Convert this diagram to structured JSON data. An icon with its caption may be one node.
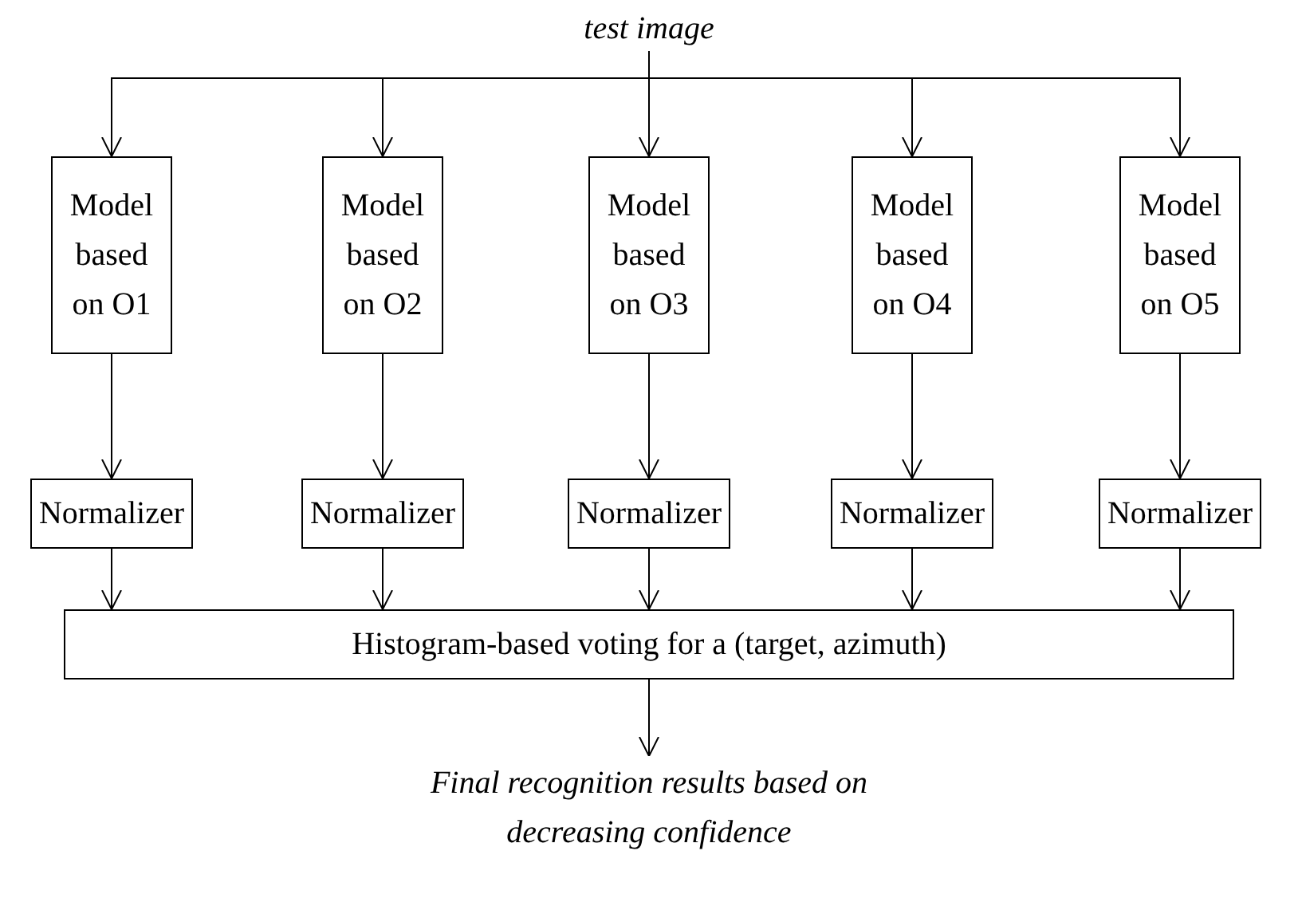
{
  "diagram": {
    "nodes": [
      {
        "text": [
          "test image"
        ]
      },
      {
        "text": [
          "Model based on O1"
        ]
      },
      {
        "text": [
          "Model based on O2"
        ]
      },
      {
        "text": [
          "Model based on O3"
        ]
      },
      {
        "text": [
          "Model based on O4"
        ]
      },
      {
        "text": [
          "Model based on O5"
        ]
      },
      {
        "text": [
          "Normalizer"
        ]
      },
      {
        "text": [
          "Normalizer"
        ]
      },
      {
        "text": [
          "Normalizer"
        ]
      },
      {
        "text": [
          "Normalizer"
        ]
      },
      {
        "text": [
          "Normalizer"
        ]
      },
      {
        "text": [
          "Histogram-based voting for a (target, azimuth)"
        ]
      },
      {
        "text": [
          "Final recognition results based on decreasing confidence"
        ]
      }
    ],
    "edges": [
      {
        "from": 0,
        "to": 1,
        "arrow": "to"
      },
      {
        "from": 0,
        "to": 2,
        "arrow": "to"
      },
      {
        "from": 0,
        "to": 3,
        "arrow": "to"
      },
      {
        "from": 0,
        "to": 4,
        "arrow": "to"
      },
      {
        "from": 0,
        "to": 5,
        "arrow": "to"
      },
      {
        "from": 1,
        "to": 6,
        "arrow": "to"
      },
      {
        "from": 2,
        "to": 7,
        "arrow": "to"
      },
      {
        "from": 3,
        "to": 8,
        "arrow": "to"
      },
      {
        "from": 4,
        "to": 9,
        "arrow": "to"
      },
      {
        "from": 5,
        "to": 10,
        "arrow": "to"
      },
      {
        "from": 6,
        "to": 11,
        "arrow": "to"
      },
      {
        "from": 7,
        "to": 11,
        "arrow": "to"
      },
      {
        "from": 8,
        "to": 11,
        "arrow": "to"
      },
      {
        "from": 9,
        "to": 11,
        "arrow": "to"
      },
      {
        "from": 10,
        "to": 11,
        "arrow": "to"
      },
      {
        "from": 11,
        "to": 12,
        "arrow": "to"
      }
    ]
  }
}
